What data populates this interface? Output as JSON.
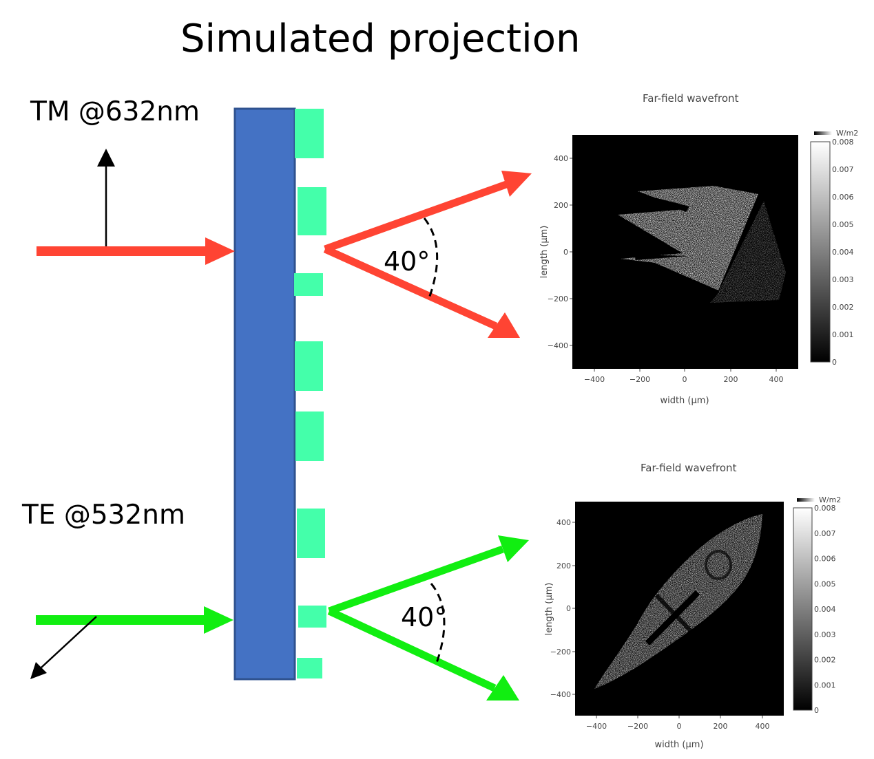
{
  "title": "Simulated projection",
  "tm_label": "TM @632nm",
  "te_label": "TE @532nm",
  "angle_top": "40°",
  "angle_bottom": "40°",
  "colors": {
    "substrate": "#4472c4",
    "substrate_border": "#2f528f",
    "pillar": "#44ffaa",
    "red": "#ff4433",
    "green": "#11ee11"
  },
  "plots": [
    {
      "title": "Far-field wavefront",
      "xlabel": "width (μm)",
      "ylabel": "length (μm)",
      "colorbar_unit": "W/m2",
      "xticks": [
        "−400",
        "−200",
        "0",
        "200",
        "400"
      ],
      "yticks": [
        "400",
        "200",
        "0",
        "−200",
        "−400"
      ],
      "cticks": [
        "0.008",
        "0.007",
        "0.006",
        "0.005",
        "0.004",
        "0.003",
        "0.002",
        "0.001",
        "0"
      ]
    },
    {
      "title": "Far-field wavefront",
      "xlabel": "width (μm)",
      "ylabel": "length (μm)",
      "colorbar_unit": "W/m2",
      "xticks": [
        "−400",
        "−200",
        "0",
        "200",
        "400"
      ],
      "yticks": [
        "400",
        "200",
        "0",
        "−200",
        "−400"
      ],
      "cticks": [
        "0.008",
        "0.007",
        "0.006",
        "0.005",
        "0.004",
        "0.003",
        "0.002",
        "0.001",
        "0"
      ]
    }
  ]
}
